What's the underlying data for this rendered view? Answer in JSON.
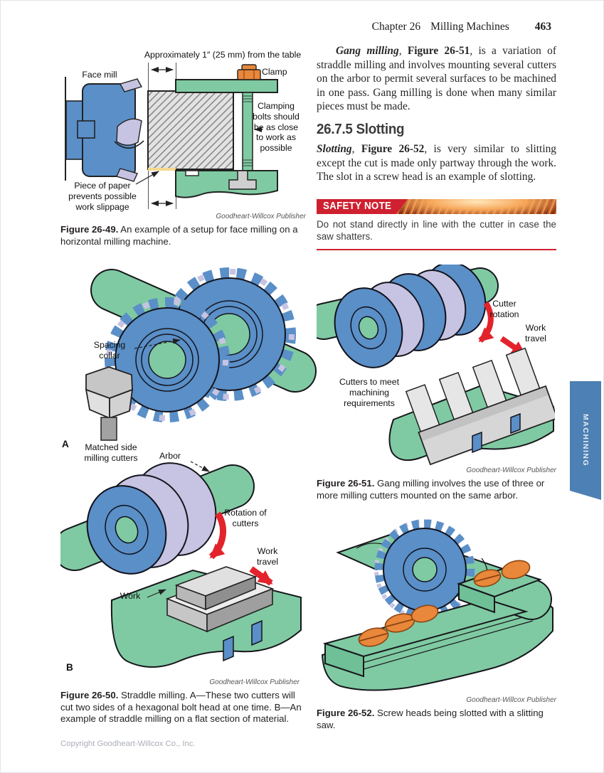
{
  "header": {
    "chapter": "Chapter 26",
    "title": "Milling Machines",
    "page_number": "463"
  },
  "side_tab": {
    "label": "MACHINING",
    "color": "#4d80b4"
  },
  "right_column": {
    "para_gang": {
      "lead": "Gang milling",
      "comma": ", ",
      "figref": "Figure 26-51",
      "rest": ", is a variation of straddle milling and involves mounting several cutters on the arbor to permit several surfaces to be machined in one pass. Gang milling is done when many similar pieces must be made."
    },
    "heading": "26.7.5 Slotting",
    "para_slotting": {
      "lead": "Slotting",
      "comma": ", ",
      "figref": "Figure 26-52",
      "rest": ", is very similar to slitting except the cut is made only partway through the work. The slot in a screw head is an example of slotting."
    },
    "safety_note": {
      "title": "SAFETY NOTE",
      "text": "Do not stand directly in line with the cutter in case the saw shatters."
    }
  },
  "figures": {
    "fig49": {
      "labels": {
        "approx": "Approximately 1″ (25 mm) from the table",
        "face_mill": "Face mill",
        "clamp": "Clamp",
        "clamping_bolts": "Clamping bolts should be as close to work as possible",
        "paper": "Piece of paper prevents possible work slippage"
      },
      "credit": "Goodheart-Willcox Publisher",
      "caption_lead": "Figure 26-49.",
      "caption_rest": " An example of a setup for face milling on a horizontal milling machine."
    },
    "fig50": {
      "labels": {
        "spacing_collar": "Spacing collar",
        "matched_cutters": "Matched side milling cutters",
        "part_a": "A",
        "arbor": "Arbor",
        "rotation": "Rotation of cutters",
        "work_travel": "Work travel",
        "work": "Work",
        "part_b": "B"
      },
      "credit": "Goodheart-Willcox Publisher",
      "caption_lead": "Figure 26-50.",
      "caption_rest": " Straddle milling. A—These two cutters will cut two sides of a hexagonal bolt head at one time. B—An example of straddle milling on a flat section of material."
    },
    "fig51": {
      "labels": {
        "cutter_rotation": "Cutter rotation",
        "work_travel": "Work travel",
        "cutters_req": "Cutters to meet machining requirements"
      },
      "credit": "Goodheart-Willcox Publisher",
      "caption_lead": "Figure 26-51.",
      "caption_rest": " Gang milling involves the use of three or more milling cutters mounted on the same arbor."
    },
    "fig52": {
      "credit": "Goodheart-Willcox Publisher",
      "caption_lead": "Figure 26-52.",
      "caption_rest": " Screw heads being slotted with a slitting saw."
    }
  },
  "footer": {
    "copyright": "Copyright Goodheart-Willcox Co., Inc."
  },
  "palette": {
    "green": "#7fcaa2",
    "blue": "#5a8fc8",
    "lavender": "#c7c3e2",
    "orange": "#e9873a",
    "arrow_red": "#e3232b",
    "safety_red": "#cf2030",
    "tab_blue": "#4d80b4",
    "paper_yellow": "#f6d88e"
  }
}
